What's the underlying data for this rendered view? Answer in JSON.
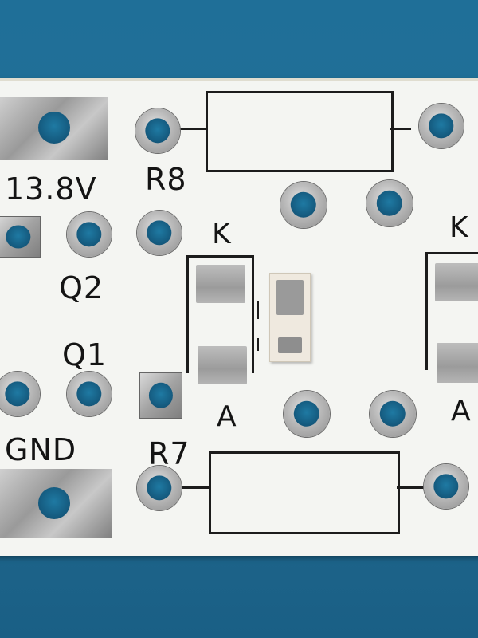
{
  "labels": {
    "voltage": "13.8V",
    "r8": "R8",
    "k_left": "K",
    "k_right": "K",
    "q2": "Q2",
    "q1": "Q1",
    "a_left": "A",
    "a_right": "A",
    "gnd": "GND",
    "r7": "R7"
  },
  "colors": {
    "background": "#1f6f98",
    "board": "#f4f5f2",
    "silkscreen": "#141414",
    "copper_pad": "#a8a8a8"
  }
}
